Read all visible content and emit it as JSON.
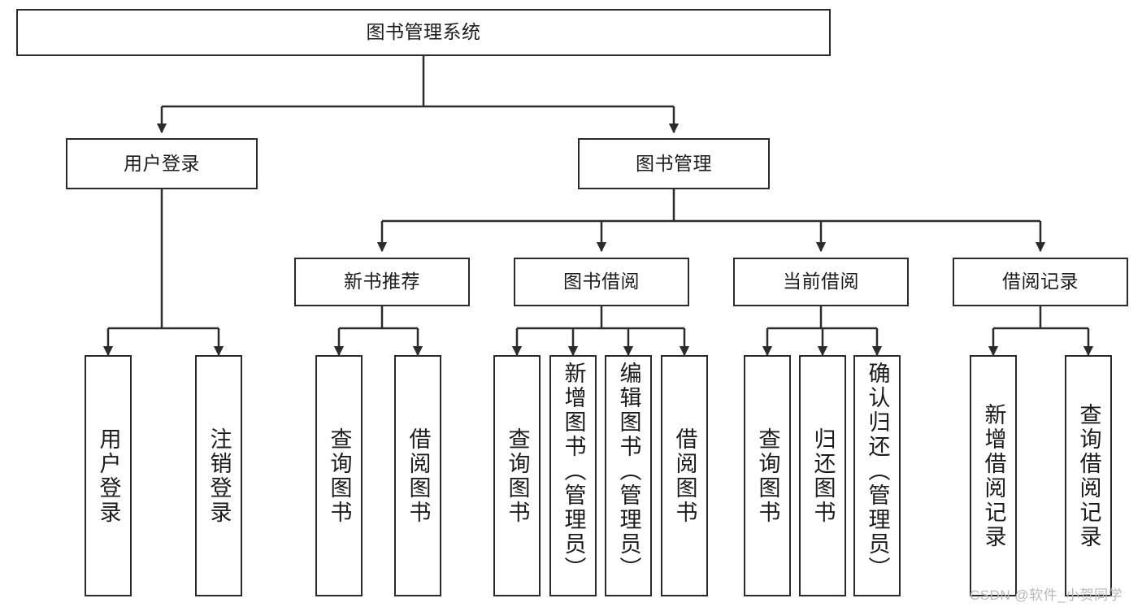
{
  "diagram": {
    "title": "图书管理系统",
    "type": "tree-hierarchy-diagram",
    "colors": {
      "border": "#2b2b2b",
      "background": "#ffffff",
      "text": "#1b1b1b",
      "watermark": "#b9b9b9"
    },
    "root": {
      "label": "图书管理系统"
    },
    "level2": [
      {
        "label": "用户登录"
      },
      {
        "label": "图书管理"
      }
    ],
    "level3": [
      {
        "label": "新书推荐"
      },
      {
        "label": "图书借阅"
      },
      {
        "label": "当前借阅"
      },
      {
        "label": "借阅记录"
      }
    ],
    "leaves": {
      "user_login": [
        {
          "label": "用户登录"
        },
        {
          "label": "注销登录"
        }
      ],
      "new_book_recommend": [
        {
          "label": "查询图书"
        },
        {
          "label": "借阅图书"
        }
      ],
      "book_borrow": [
        {
          "label": "查询图书"
        },
        {
          "label": "新增图书（管理员）"
        },
        {
          "label": "编辑图书（管理员）"
        },
        {
          "label": "借阅图书"
        }
      ],
      "current_borrow": [
        {
          "label": "查询图书"
        },
        {
          "label": "归还图书"
        },
        {
          "label": "确认归还（管理员）"
        }
      ],
      "borrow_record": [
        {
          "label": "新增借阅记录"
        },
        {
          "label": "查询借阅记录"
        }
      ]
    },
    "watermark": "CSDN @软件_小贺同学"
  }
}
